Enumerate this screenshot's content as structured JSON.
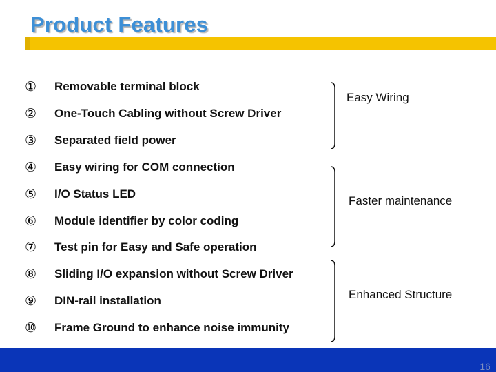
{
  "title": "Product Features",
  "features": [
    {
      "num": "①",
      "label": "Removable terminal block"
    },
    {
      "num": "②",
      "label": "One-Touch Cabling without Screw Driver"
    },
    {
      "num": "③",
      "label": "Separated field power"
    },
    {
      "num": "④",
      "label": "Easy wiring for COM connection"
    },
    {
      "num": "⑤",
      "label": "I/O Status LED"
    },
    {
      "num": "⑥",
      "label": "Module identifier by color coding"
    },
    {
      "num": "⑦",
      "label": "Test pin for Easy and Safe operation"
    },
    {
      "num": "⑧",
      "label": "Sliding I/O expansion without Screw Driver"
    },
    {
      "num": "⑨",
      "label": "DIN-rail installation"
    },
    {
      "num": "⑩",
      "label": "Frame Ground to enhance noise immunity"
    }
  ],
  "groups": [
    "Easy Wiring",
    "Faster maintenance",
    "Enhanced Structure"
  ],
  "page_number": "16",
  "colors": {
    "title": "#3d8fd6",
    "accent_bar": "#f5c300",
    "footer": "#0a35b8"
  }
}
